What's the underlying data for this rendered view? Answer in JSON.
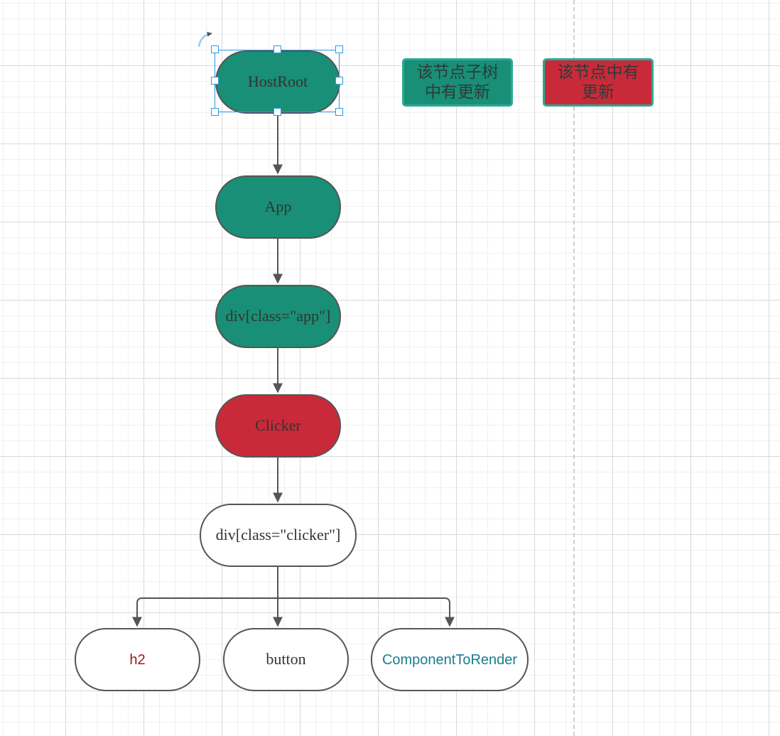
{
  "diagram": {
    "nodes": {
      "hostroot": "HostRoot",
      "app": "App",
      "div_app": "div[class=\"app\"]",
      "clicker": "Clicker",
      "div_clicker": "div[class=\"clicker\"]",
      "h2": "h2",
      "button": "button",
      "component_to_render": "ComponentToRender"
    },
    "legend": {
      "subtree_update": "该节点子树中有更新",
      "node_update": "该节点中有更新"
    }
  },
  "colors": {
    "subtree_update": "#188f76",
    "node_update": "#c92a39",
    "h2_text": "#a31515",
    "component_text": "#1a7d8e",
    "selection": "#2b9ae8"
  }
}
